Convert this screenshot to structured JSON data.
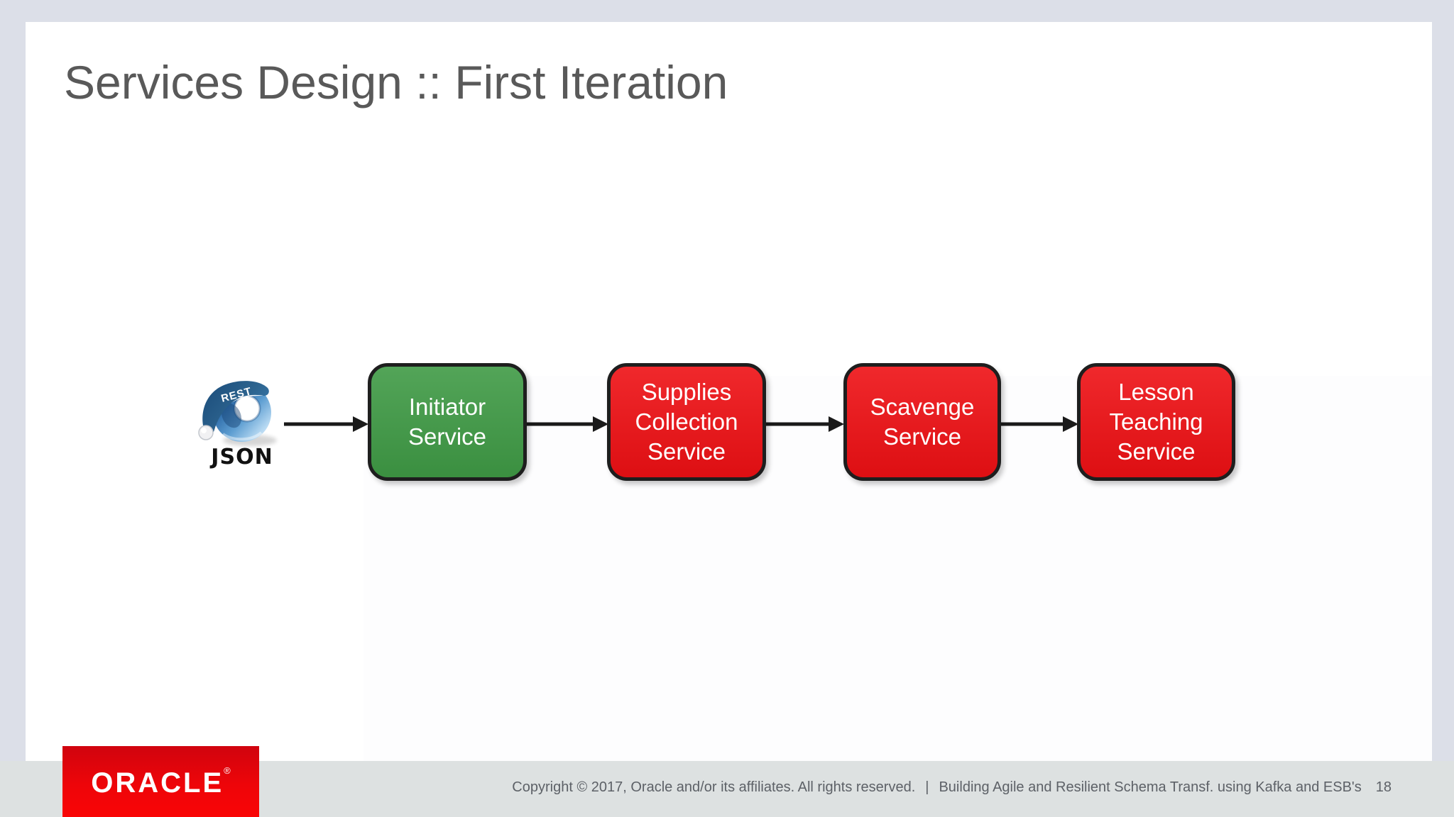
{
  "page": {
    "title": "Services Design :: First Iteration"
  },
  "source": {
    "badge": "REST",
    "label": "JSON"
  },
  "diagram": {
    "nodes": [
      {
        "label": "Initiator\nService",
        "color": "#3f9a45",
        "role": "start"
      },
      {
        "label": "Supplies\nCollection\nService",
        "color": "#ee1014",
        "role": "step"
      },
      {
        "label": "Scavenge\nService",
        "color": "#ee1014",
        "role": "step"
      },
      {
        "label": "Lesson\nTeaching\nService",
        "color": "#ee1014",
        "role": "step"
      }
    ],
    "flow": "json-rest-source -> Initiator Service -> Supplies Collection Service -> Scavenge Service -> Lesson Teaching Service"
  },
  "logo": {
    "brand": "ORACLE",
    "registered": "®"
  },
  "footer": {
    "copyright": "Copyright © 2017, Oracle and/or its affiliates. All rights reserved.",
    "separator": "|",
    "deck_title": "Building Agile and Resilient Schema Transf. using Kafka and ESB's",
    "page_number": "18"
  },
  "colors": {
    "green_node": "#3f9a45",
    "red_node": "#ee1014",
    "node_border": "#1e1e1e",
    "title_gray": "#595959",
    "outer_background": "#dcdfe8",
    "footer_strip": "#dde1e1",
    "oracle_red": "#ee0509"
  }
}
